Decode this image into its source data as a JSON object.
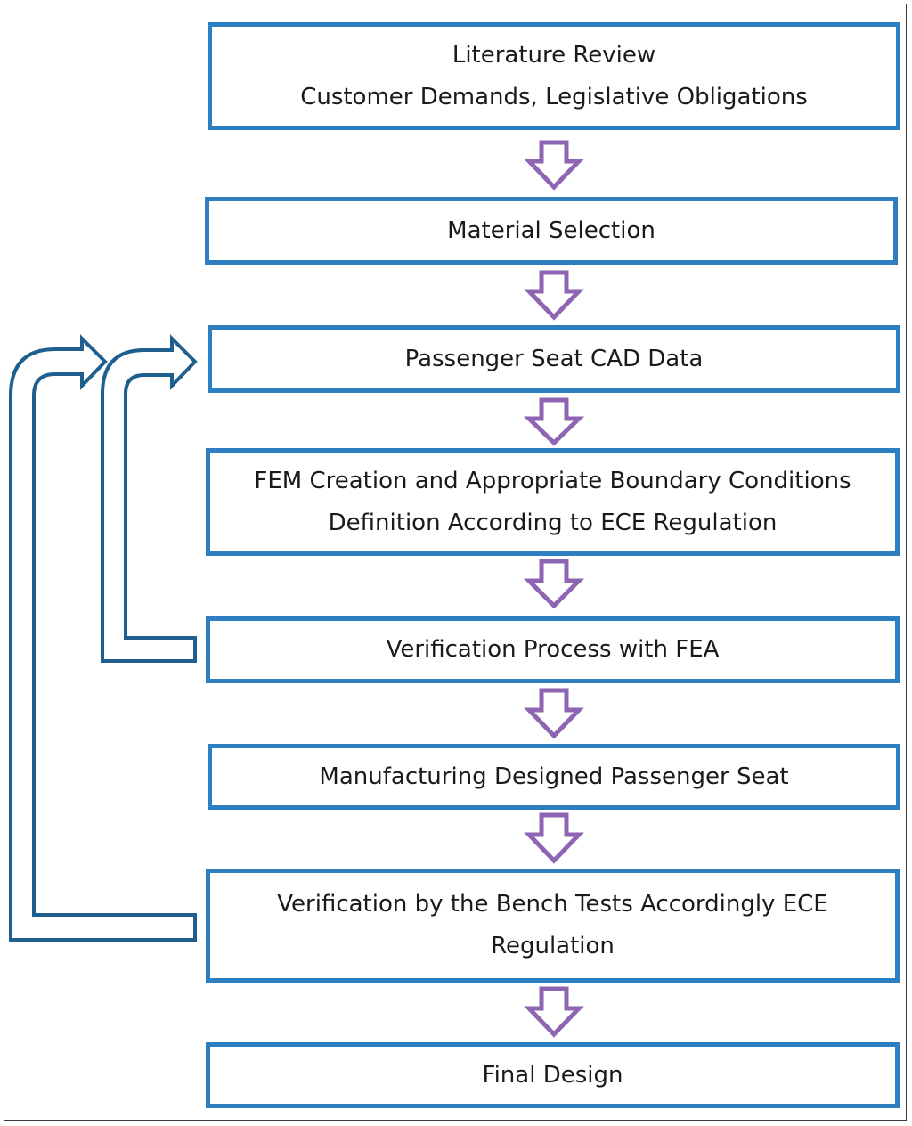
{
  "flowchart": {
    "steps": [
      {
        "lines": [
          "Literature Review",
          "Customer Demands, Legislative Obligations"
        ]
      },
      {
        "lines": [
          "Material Selection"
        ]
      },
      {
        "lines": [
          "Passenger Seat CAD Data"
        ]
      },
      {
        "lines": [
          "FEM Creation and Appropriate Boundary Conditions",
          "Definition According to ECE Regulation"
        ]
      },
      {
        "lines": [
          "Verification Process with FEA"
        ]
      },
      {
        "lines": [
          "Manufacturing Designed Passenger Seat"
        ]
      },
      {
        "lines": [
          "Verification by the Bench Tests Accordingly ECE",
          "Regulation"
        ]
      },
      {
        "lines": [
          "Final Design"
        ]
      }
    ],
    "feedback_loops": [
      {
        "from_step": 5,
        "to_step": 3
      },
      {
        "from_step": 7,
        "to_step": 3
      }
    ]
  },
  "colors": {
    "box_border": "#2e7fc1",
    "down_arrow": "#8e65b3",
    "feedback_arrow": "#1f5f8e",
    "frame": "#3a3a3a",
    "text": "#1a1a1a"
  },
  "icons": {
    "down_arrow": "hollow-down-arrow-icon",
    "feedback_arrow": "hollow-bent-arrow-icon"
  }
}
